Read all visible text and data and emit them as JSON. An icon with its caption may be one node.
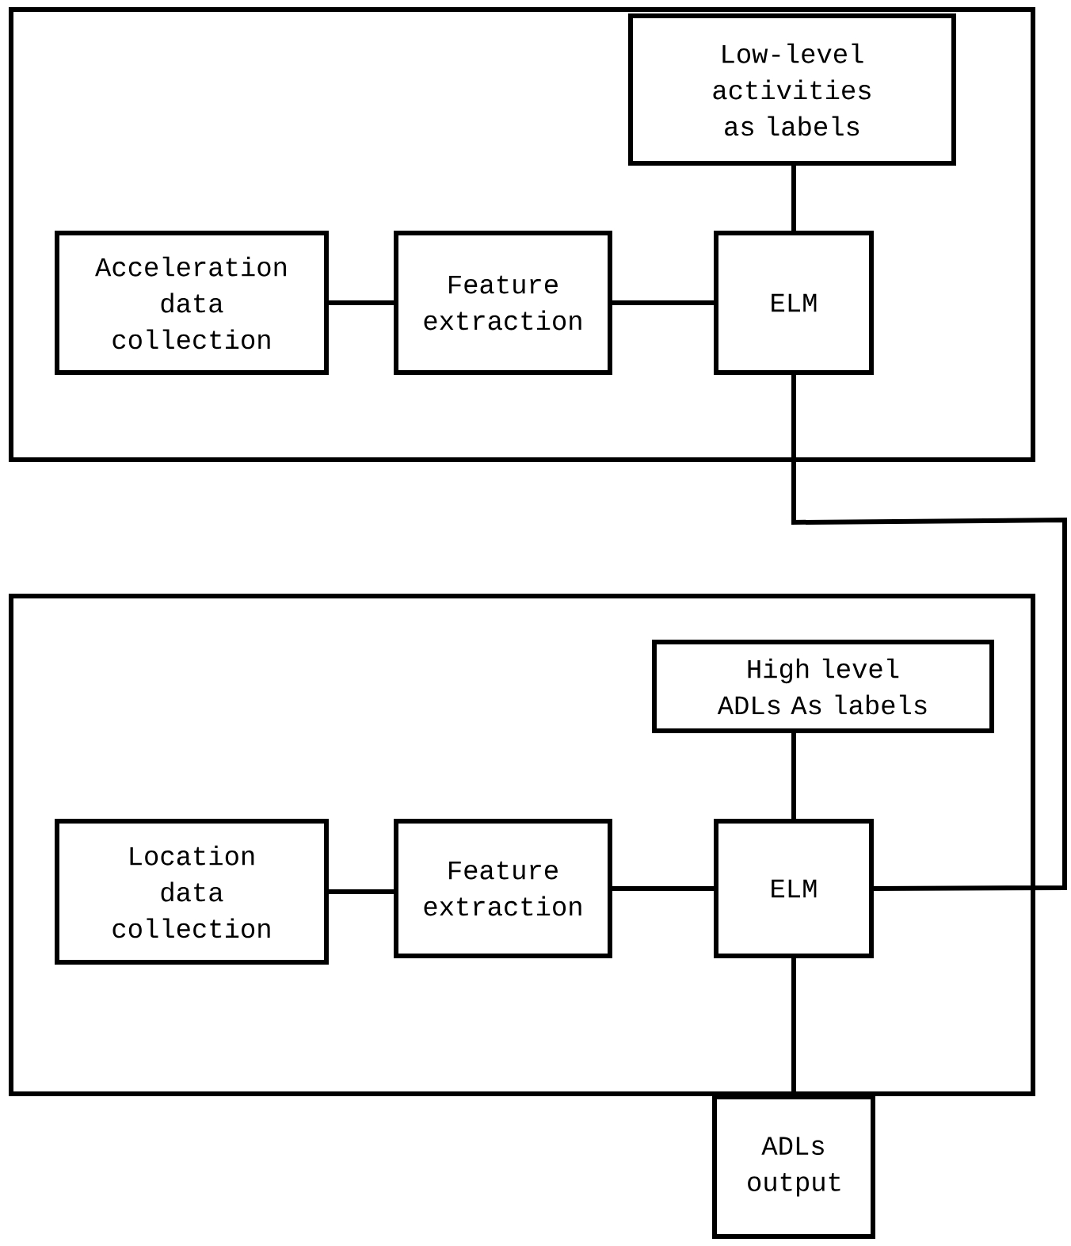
{
  "diagram": {
    "nodes": [
      {
        "text": [],
        "shape": "box"
      },
      {
        "text": [
          "Low-level activities as labels"
        ],
        "in": 0
      },
      {
        "text": [
          "Acceleration data collection"
        ],
        "in": 0
      },
      {
        "text": [
          "Feature extraction"
        ],
        "in": 0
      },
      {
        "text": [
          "ELM"
        ],
        "in": 0
      },
      {
        "text": [],
        "shape": "box"
      },
      {
        "text": [
          "High level ADLs As labels"
        ],
        "in": 5
      },
      {
        "text": [
          "Location data collection"
        ],
        "in": 5
      },
      {
        "text": [
          "Feature extraction"
        ],
        "in": 5
      },
      {
        "text": [
          "ELM"
        ],
        "in": 5
      },
      {
        "text": [
          "ADLs output"
        ]
      }
    ],
    "edges": [
      {
        "from": 2,
        "to": 3,
        "arrow": "none"
      },
      {
        "from": 3,
        "to": 4,
        "arrow": "none"
      },
      {
        "from": 1,
        "to": 4,
        "arrow": "none"
      },
      {
        "from": 4,
        "to": 9,
        "arrow": "none"
      },
      {
        "from": 7,
        "to": 8,
        "arrow": "none"
      },
      {
        "from": 8,
        "to": 9,
        "arrow": "none"
      },
      {
        "from": 6,
        "to": 9,
        "arrow": "none"
      },
      {
        "from": 9,
        "to": 10,
        "arrow": "none"
      }
    ]
  }
}
